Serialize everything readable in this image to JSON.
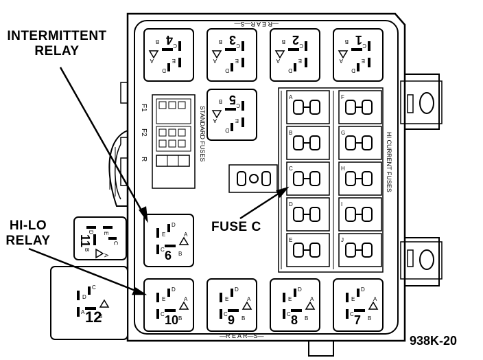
{
  "callouts": {
    "intermittent_line1": "INTERMITTENT",
    "intermittent_line2": "RELAY",
    "hilo_line1": "HI-LO",
    "hilo_line2": "RELAY",
    "fuse_c": "FUSE C"
  },
  "figure_id": "938K-20",
  "top_edge_text": "—R E A R—S—",
  "bottom_edge_text": "—R E A R—S—",
  "standard_fuses_label": "STANDARD FUSES",
  "hicurrent_fuses_label": "HI CURRENT FUSES",
  "left_side_marks": [
    "F1",
    "F2",
    "R"
  ],
  "relays": [
    {
      "id": "4",
      "terminals": [
        "D",
        "E",
        "B",
        "C",
        "A"
      ]
    },
    {
      "id": "3",
      "terminals": [
        "D",
        "E",
        "B",
        "C",
        "A"
      ]
    },
    {
      "id": "2",
      "terminals": [
        "D",
        "E",
        "B",
        "C",
        "A"
      ]
    },
    {
      "id": "1",
      "terminals": [
        "D",
        "E",
        "B",
        "C",
        "A"
      ]
    },
    {
      "id": "5",
      "terminals": [
        "D",
        "E",
        "B",
        "C",
        "A"
      ]
    },
    {
      "id": "6",
      "terminals": [
        "D",
        "E",
        "B",
        "C",
        "A"
      ]
    },
    {
      "id": "10",
      "terminals": [
        "D",
        "E",
        "B",
        "C",
        "A"
      ]
    },
    {
      "id": "9",
      "terminals": [
        "D",
        "E",
        "B",
        "C",
        "A"
      ]
    },
    {
      "id": "8",
      "terminals": [
        "D",
        "E",
        "B",
        "C",
        "A"
      ]
    },
    {
      "id": "7",
      "terminals": [
        "D",
        "E",
        "B",
        "C",
        "A"
      ]
    },
    {
      "id": "11",
      "terminals": [
        "C",
        "E",
        "B",
        "D",
        "A"
      ]
    },
    {
      "id": "12",
      "terminals": [
        "C",
        "D",
        "B",
        "A"
      ]
    }
  ],
  "hi_current_fuse_letters": [
    "A",
    "B",
    "C",
    "D",
    "E",
    "F",
    "G",
    "H",
    "I",
    "J"
  ]
}
